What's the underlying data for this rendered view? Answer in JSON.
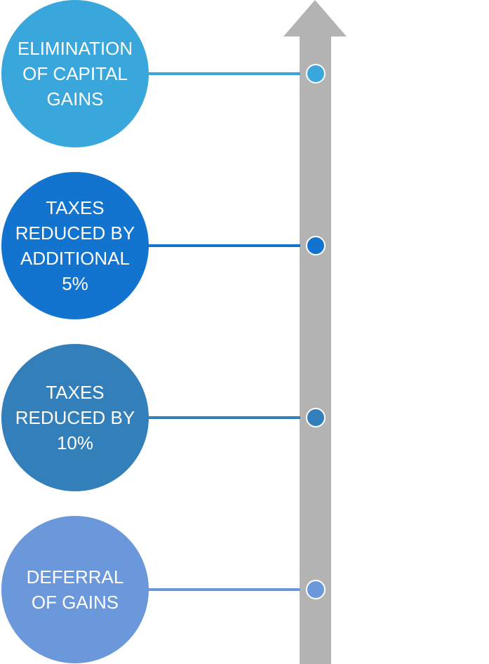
{
  "diagram": {
    "arrow_color": "#b3b3b3",
    "stages": [
      {
        "lines": [
          "ELIMINATION",
          "OF CAPITAL",
          "GAINS"
        ],
        "color": "#39a7dc"
      },
      {
        "lines": [
          "TAXES",
          "REDUCED BY",
          "ADDITIONAL",
          "5%"
        ],
        "color": "#1374cf"
      },
      {
        "lines": [
          "TAXES",
          "REDUCED BY",
          "10%"
        ],
        "color": "#337fb9"
      },
      {
        "lines": [
          "DEFERRAL",
          "OF GAINS"
        ],
        "color": "#6a98da"
      }
    ]
  }
}
